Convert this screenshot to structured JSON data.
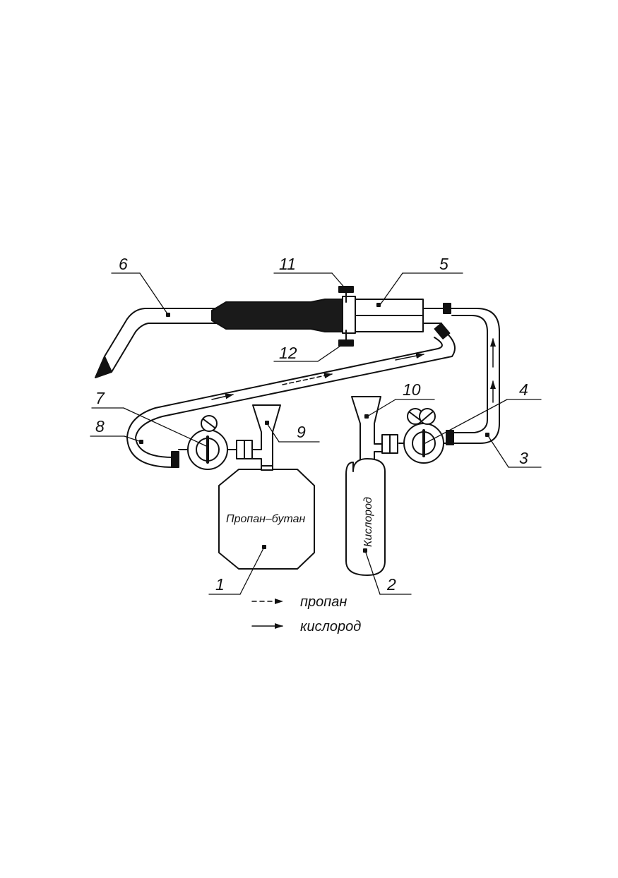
{
  "callouts": [
    "1",
    "2",
    "3",
    "4",
    "5",
    "6",
    "7",
    "8",
    "9",
    "10",
    "11",
    "12"
  ],
  "cylinder_labels": {
    "propane_butane": "Пропан–бутан",
    "oxygen": "Кислород"
  },
  "legend": [
    {
      "line": "dashed",
      "label": "пропан"
    },
    {
      "line": "solid",
      "label": "кислород"
    }
  ],
  "colors": {
    "ink": "#111111",
    "background": "#ffffff"
  }
}
